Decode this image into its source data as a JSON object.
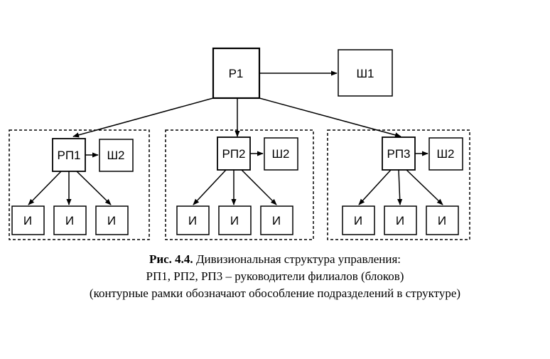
{
  "nodes": {
    "p1": "Р1",
    "sh1": "Ш1",
    "rp1": "РП1",
    "rp2": "РП2",
    "rp3": "РП3",
    "sh2a": "Ш2",
    "sh2b": "Ш2",
    "sh2c": "Ш2",
    "i": "И"
  },
  "caption": {
    "label": "Рис. 4.4.",
    "line1": "Дивизиональная структура управления:",
    "line2": "РП1, РП2, РП3 – руководители филиалов (блоков)",
    "line3": "(контурные рамки обозначают обособление подразделений в структуре)"
  }
}
